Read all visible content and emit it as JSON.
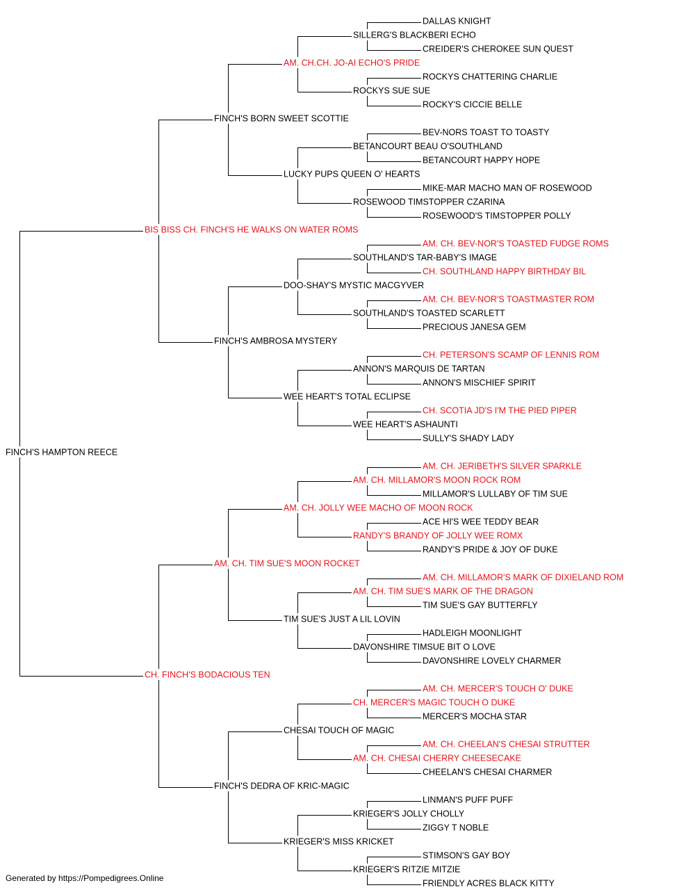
{
  "colors": {
    "titled": "#e8141c",
    "normal": "#000000",
    "line": "#000000"
  },
  "pedigree": {
    "subject": {
      "name": "FINCH'S HAMPTON REECE",
      "titled": false
    },
    "sire": {
      "name": "BIS BISS CH. FINCH'S HE WALKS ON WATER ROMS",
      "titled": true,
      "sire": {
        "name": "FINCH'S BORN SWEET SCOTTIE",
        "titled": false,
        "sire": {
          "name": "AM. CH.CH. JO-AI ECHO'S PRIDE",
          "titled": true,
          "sire": {
            "name": "SILLERG'S BLACKBERI ECHO",
            "titled": false,
            "sire": {
              "name": "DALLAS KNIGHT",
              "titled": false
            },
            "dam": {
              "name": "CREIDER'S CHEROKEE SUN QUEST",
              "titled": false
            }
          },
          "dam": {
            "name": "ROCKYS SUE SUE",
            "titled": false,
            "sire": {
              "name": "ROCKYS CHATTERING CHARLIE",
              "titled": false
            },
            "dam": {
              "name": "ROCKY'S CICCIE BELLE",
              "titled": false
            }
          }
        },
        "dam": {
          "name": "LUCKY PUPS QUEEN O' HEARTS",
          "titled": false,
          "sire": {
            "name": "BETANCOURT BEAU O'SOUTHLAND",
            "titled": false,
            "sire": {
              "name": "BEV-NORS TOAST TO TOASTY",
              "titled": false
            },
            "dam": {
              "name": "BETANCOURT HAPPY HOPE",
              "titled": false
            }
          },
          "dam": {
            "name": "ROSEWOOD TIMSTOPPER CZARINA",
            "titled": false,
            "sire": {
              "name": "MIKE-MAR MACHO MAN OF ROSEWOOD",
              "titled": false
            },
            "dam": {
              "name": "ROSEWOOD'S TIMSTOPPER POLLY",
              "titled": false
            }
          }
        }
      },
      "dam": {
        "name": "FINCH'S AMBROSA MYSTERY",
        "titled": false,
        "sire": {
          "name": "DOO-SHAY'S MYSTIC MACGYVER",
          "titled": false,
          "sire": {
            "name": "SOUTHLAND'S TAR-BABY'S IMAGE",
            "titled": false,
            "sire": {
              "name": "AM. CH. BEV-NOR'S TOASTED FUDGE ROMS",
              "titled": true
            },
            "dam": {
              "name": "CH. SOUTHLAND HAPPY BIRTHDAY BIL",
              "titled": true
            }
          },
          "dam": {
            "name": "SOUTHLAND'S TOASTED SCARLETT",
            "titled": false,
            "sire": {
              "name": "AM. CH. BEV-NOR'S TOASTMASTER ROM",
              "titled": true
            },
            "dam": {
              "name": "PRECIOUS JANESA GEM",
              "titled": false
            }
          }
        },
        "dam": {
          "name": "WEE HEART'S TOTAL ECLIPSE",
          "titled": false,
          "sire": {
            "name": "ANNON'S MARQUIS DE TARTAN",
            "titled": false,
            "sire": {
              "name": "CH. PETERSON'S SCAMP OF LENNIS ROM",
              "titled": true
            },
            "dam": {
              "name": "ANNON'S MISCHIEF SPIRIT",
              "titled": false
            }
          },
          "dam": {
            "name": "WEE HEART'S ASHAUNTI",
            "titled": false,
            "sire": {
              "name": "CH. SCOTIA JD'S I'M THE PIED PIPER",
              "titled": true
            },
            "dam": {
              "name": "SULLY'S SHADY LADY",
              "titled": false
            }
          }
        }
      }
    },
    "dam": {
      "name": "CH. FINCH'S BODACIOUS TEN",
      "titled": true,
      "sire": {
        "name": "AM. CH. TIM SUE'S MOON ROCKET",
        "titled": true,
        "sire": {
          "name": "AM. CH. JOLLY WEE MACHO OF MOON ROCK",
          "titled": true,
          "sire": {
            "name": "AM. CH. MILLAMOR'S MOON ROCK ROM",
            "titled": true,
            "sire": {
              "name": "AM. CH. JERIBETH'S SILVER SPARKLE",
              "titled": true
            },
            "dam": {
              "name": "MILLAMOR'S LULLABY OF TIM SUE",
              "titled": false
            }
          },
          "dam": {
            "name": "RANDY'S BRANDY OF JOLLY WEE ROMX",
            "titled": true,
            "sire": {
              "name": "ACE HI'S WEE TEDDY BEAR",
              "titled": false
            },
            "dam": {
              "name": "RANDY'S PRIDE & JOY OF DUKE",
              "titled": false
            }
          }
        },
        "dam": {
          "name": "TIM SUE'S JUST A LIL LOVIN",
          "titled": false,
          "sire": {
            "name": "AM. CH. TIM SUE'S MARK OF THE DRAGON",
            "titled": true,
            "sire": {
              "name": "AM. CH. MILLAMOR'S MARK OF DIXIELAND ROM",
              "titled": true
            },
            "dam": {
              "name": "TIM SUE'S GAY BUTTERFLY",
              "titled": false
            }
          },
          "dam": {
            "name": "DAVONSHIRE TIMSUE BIT O LOVE",
            "titled": false,
            "sire": {
              "name": "HADLEIGH MOONLIGHT",
              "titled": false
            },
            "dam": {
              "name": "DAVONSHIRE LOVELY CHARMER",
              "titled": false
            }
          }
        }
      },
      "dam": {
        "name": "FINCH'S DEDRA OF KRIC-MAGIC",
        "titled": false,
        "sire": {
          "name": "CHESAI TOUCH OF MAGIC",
          "titled": false,
          "sire": {
            "name": "CH. MERCER'S MAGIC TOUCH O DUKE",
            "titled": true,
            "sire": {
              "name": "AM. CH. MERCER'S TOUCH O' DUKE",
              "titled": true
            },
            "dam": {
              "name": "MERCER'S MOCHA STAR",
              "titled": false
            }
          },
          "dam": {
            "name": "AM. CH. CHESAI CHERRY CHEESECAKE",
            "titled": true,
            "sire": {
              "name": "AM. CH. CHEELAN'S CHESAI STRUTTER",
              "titled": true
            },
            "dam": {
              "name": "CHEELAN'S CHESAI CHARMER",
              "titled": false
            }
          }
        },
        "dam": {
          "name": "KRIEGER'S MISS KRICKET",
          "titled": false,
          "sire": {
            "name": "KRIEGER'S JOLLY CHOLLY",
            "titled": false,
            "sire": {
              "name": "LINMAN'S PUFF PUFF",
              "titled": false
            },
            "dam": {
              "name": "ZIGGY T NOBLE",
              "titled": false
            }
          },
          "dam": {
            "name": "KRIEGER'S RITZIE MITZIE",
            "titled": false,
            "sire": {
              "name": "STIMSON'S GAY BOY",
              "titled": false
            },
            "dam": {
              "name": "FRIENDLY ACRES BLACK KITTY",
              "titled": false
            }
          }
        }
      }
    }
  },
  "footer": {
    "text": "Generated by https://Pompedigrees.Online"
  }
}
